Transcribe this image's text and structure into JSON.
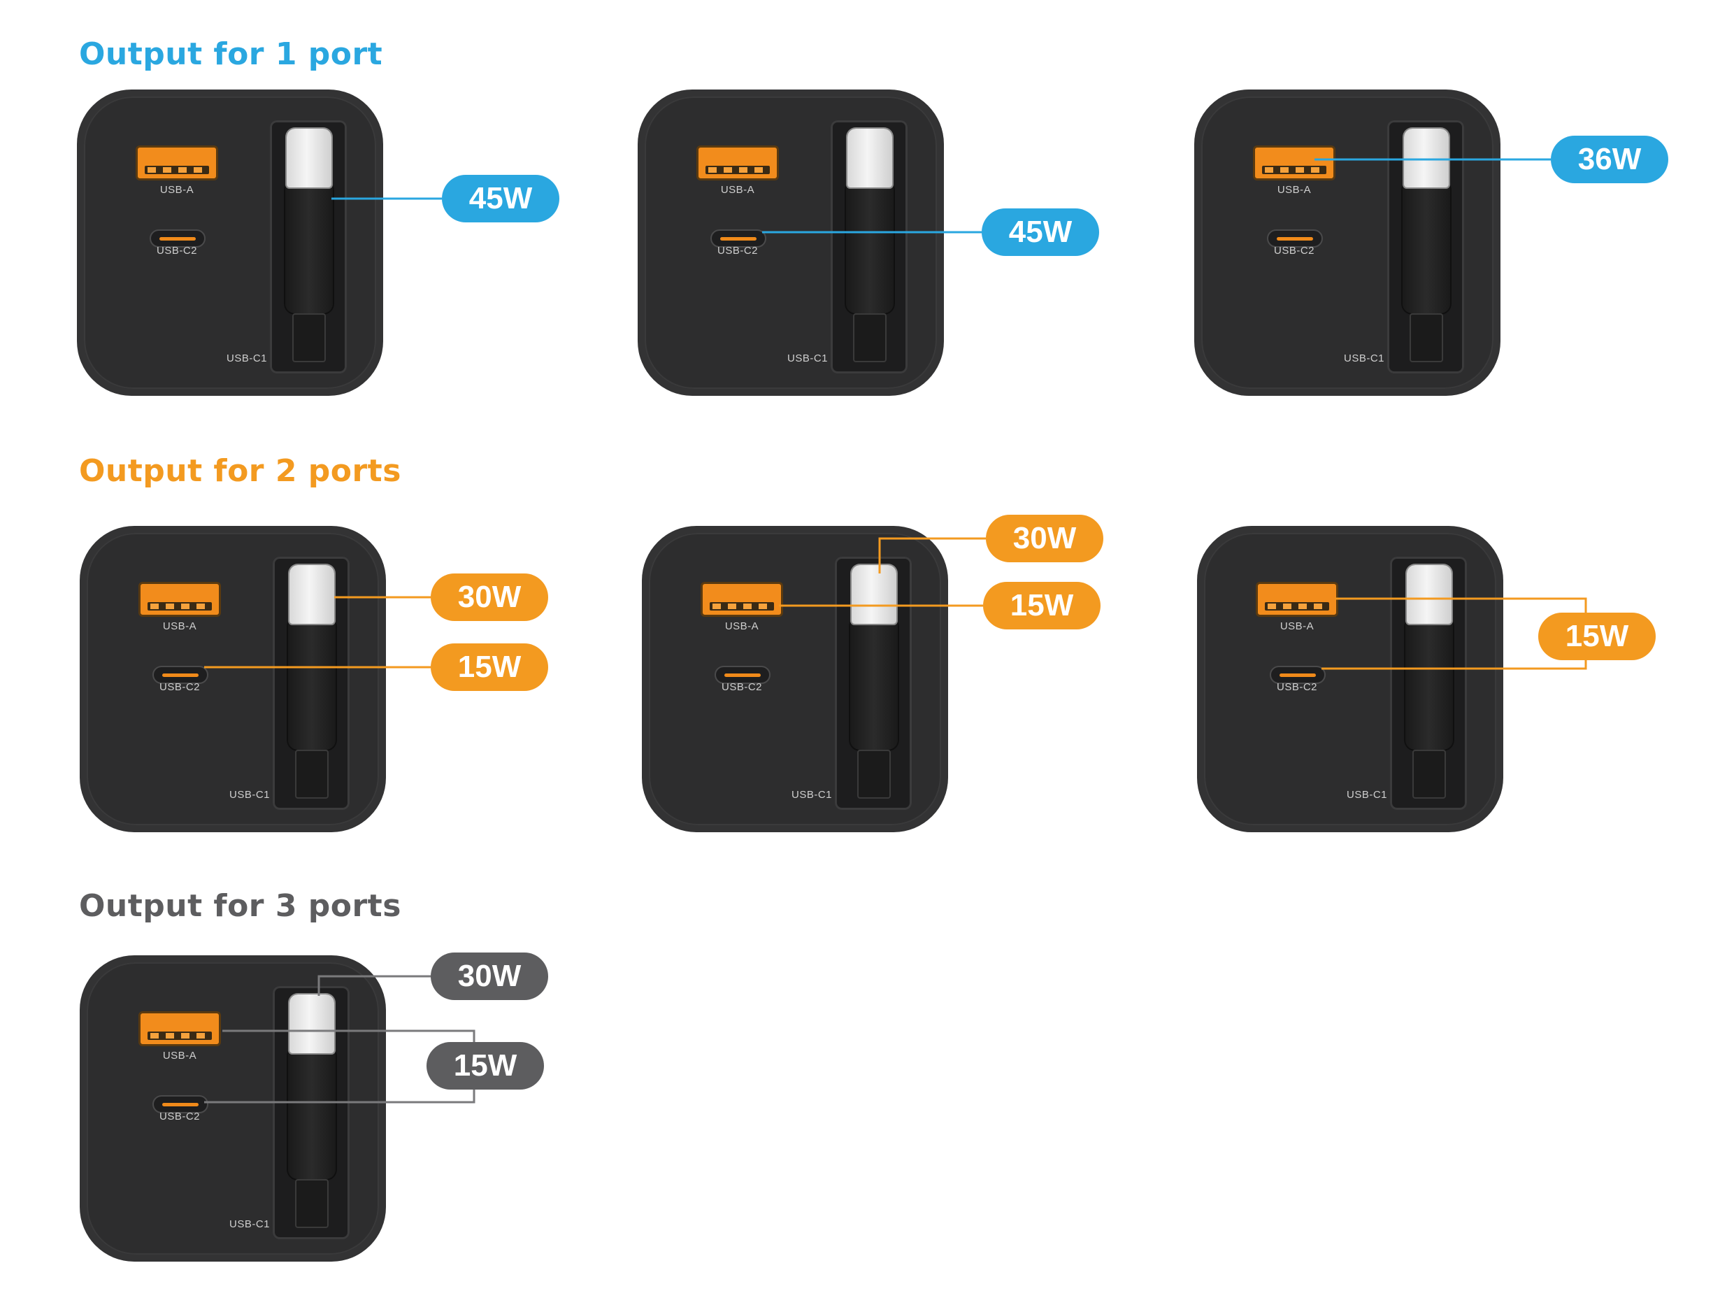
{
  "sections": [
    {
      "heading": "Output for 1 port",
      "color": "#2aa7e0"
    },
    {
      "heading": "Output for 2 ports",
      "color": "#f39a20"
    },
    {
      "heading": "Output for 3 ports",
      "color": "#5d5d5f"
    }
  ],
  "port_labels": {
    "usb_a": "USB-A",
    "usb_c2": "USB-C2",
    "usb_c1": "USB-C1"
  },
  "cards": [
    {
      "badges": [
        "45W"
      ]
    },
    {
      "badges": [
        "45W"
      ]
    },
    {
      "badges": [
        "36W"
      ]
    },
    {
      "badges": [
        "30W",
        "15W"
      ]
    },
    {
      "badges": [
        "30W",
        "15W"
      ]
    },
    {
      "badges": [
        "15W"
      ]
    },
    {
      "badges": [
        "30W",
        "15W"
      ]
    }
  ]
}
